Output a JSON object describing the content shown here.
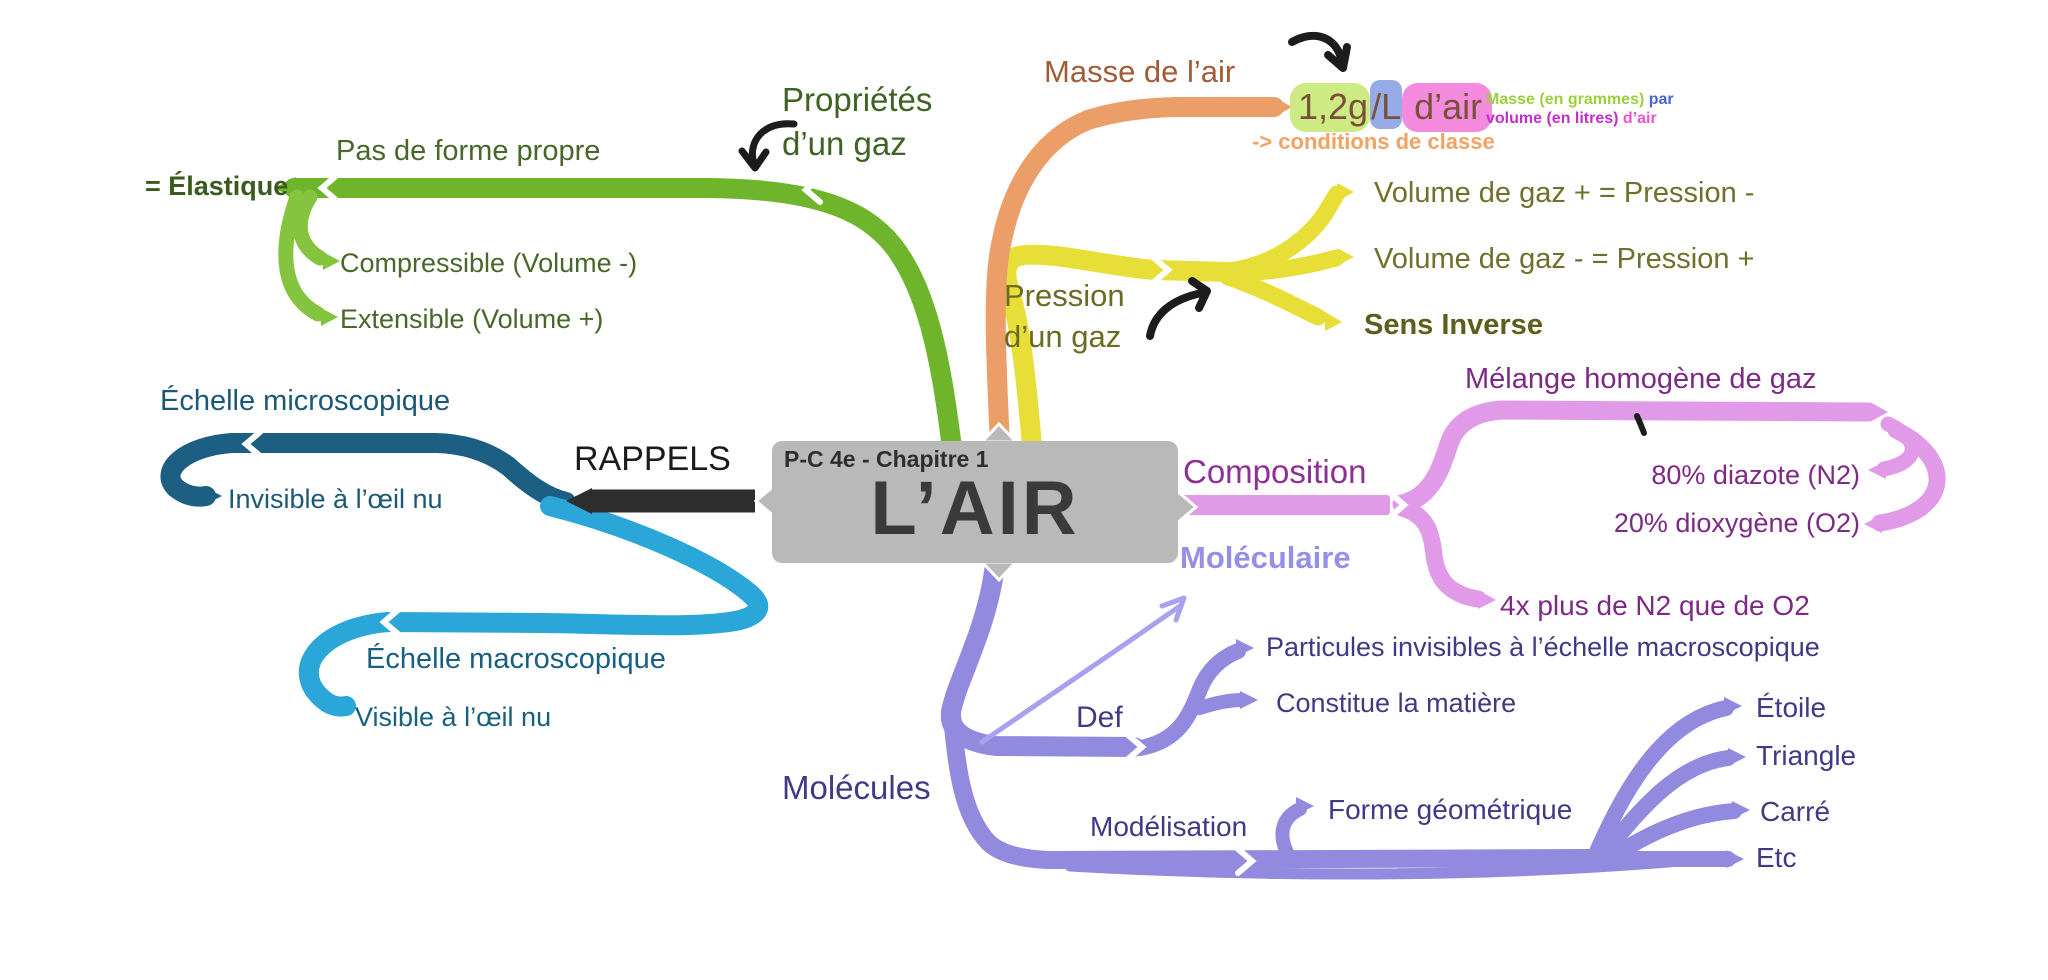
{
  "colors": {
    "branch_masse": "#eb9e68",
    "branch_proprietes": "#6fb52c",
    "branch_proprietes_hooks": "#84c43e",
    "branch_pression": "#e7df38",
    "branch_rappels": "#2d2d2d",
    "branch_micro": "#1c5f82",
    "branch_macro": "#2aa7d8",
    "branch_composition": "#e09ae8",
    "branch_molecules": "#918ade",
    "center_box": "#b9b9b9",
    "highlight_green": "#cdea83",
    "highlight_blue": "#96abe8",
    "highlight_pink": "#f48ade"
  },
  "center": {
    "course": "P-C 4e - Chapitre 1",
    "title": "L’AIR"
  },
  "branches": {
    "masse": {
      "label": "Masse de l’air",
      "value": {
        "mass": "1,2g",
        "per_litre": "/L",
        "of_air": " d’air"
      },
      "note": "-> conditions de classe",
      "annotation": {
        "line1_green": "Masse (en grammes)",
        "line1_blue": " par",
        "line2_magenta": "volume (en litres)",
        "line2_pink": " d’air"
      }
    },
    "proprietes": {
      "label": "Propriétés\nd’un gaz",
      "pas_de_forme": "Pas de forme propre",
      "elastique": "= Élastique",
      "compressible": "Compressible (Volume -)",
      "extensible": "Extensible (Volume +)"
    },
    "pression": {
      "label": "Pression\nd’un gaz",
      "vol_plus": "Volume de gaz + = Pression -",
      "vol_moins": "Volume de gaz - = Pression +",
      "sens_inverse": "Sens Inverse"
    },
    "rappels": {
      "label": "RAPPELS",
      "micro_label": "Échelle microscopique",
      "micro_detail": "Invisible à l’œil nu",
      "macro_label": "Échelle macroscopique",
      "macro_detail": "Visible à l’œil nu"
    },
    "composition": {
      "label": "Composition",
      "melange": "Mélange homogène de gaz",
      "diazote": "80% diazote (N2)",
      "dioxygene": "20% dioxygène (O2)",
      "ratio": "4x plus de N2 que de O2",
      "moleculaire": "Moléculaire"
    },
    "molecules": {
      "label": "Molécules",
      "def_label": "Def",
      "particules": "Particules invisibles à l’échelle macroscopique",
      "matiere": "Constitue la matière",
      "modelisation_label": "Modélisation",
      "forme": "Forme géométrique",
      "shapes": [
        "Étoile",
        "Triangle",
        "Carré",
        "Etc"
      ]
    }
  }
}
